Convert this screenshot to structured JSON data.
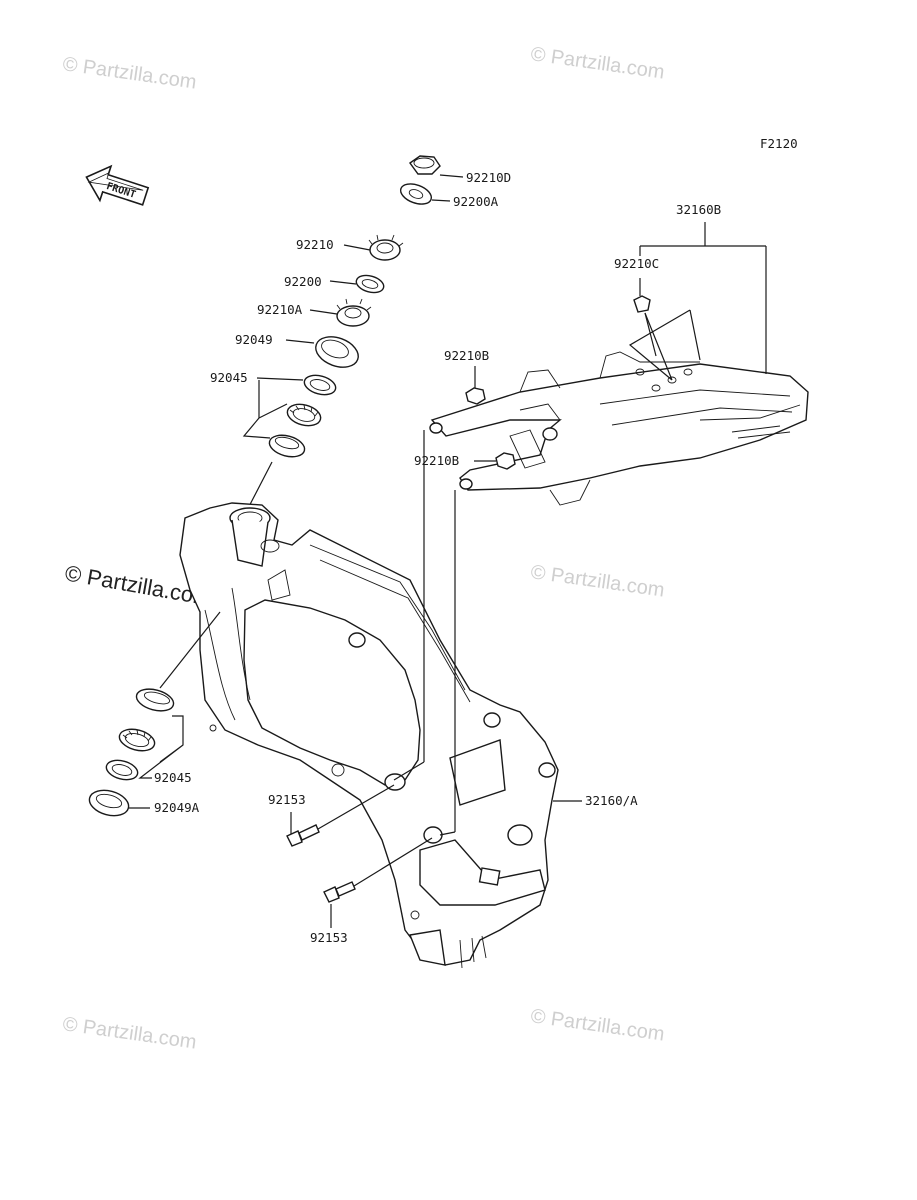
{
  "diagram_code": "F2120",
  "front_arrow_label": "FRONT",
  "watermark_text": "© Partzilla.com",
  "labels": {
    "p92210D": "92210D",
    "p92200A": "92200A",
    "p92210": "92210",
    "p92200": "92200",
    "p92210A": "92210A",
    "p92049": "92049",
    "p92045_top": "92045",
    "p32160B": "32160B",
    "p92210C": "92210C",
    "p92210B_top": "92210B",
    "p92210B_bot": "92210B",
    "p92045_bot": "92045",
    "p92049A": "92049A",
    "p92153_top": "92153",
    "p32160A": "32160/A",
    "p92153_bot": "92153"
  },
  "colors": {
    "line": "#1a1a1a",
    "watermark": "#cfcfcf",
    "background": "#ffffff"
  }
}
